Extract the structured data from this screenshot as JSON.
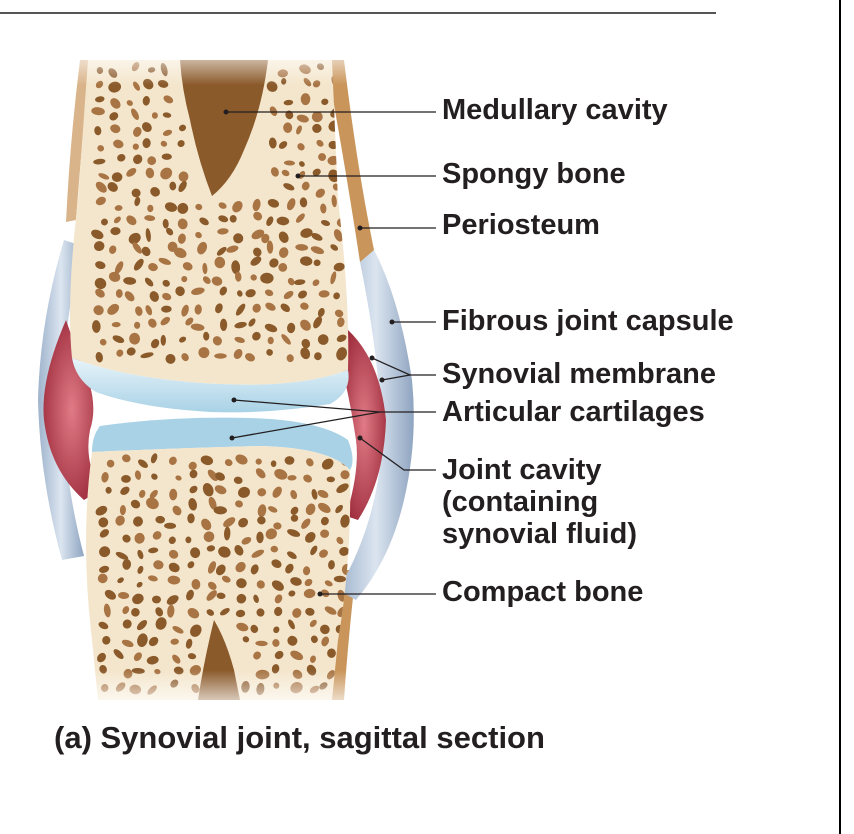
{
  "labels": {
    "medullary_cavity": "Medullary cavity",
    "spongy_bone": "Spongy bone",
    "periosteum": "Periosteum",
    "fibrous_joint_capsule": "Fibrous joint capsule",
    "synovial_membrane": "Synovial membrane",
    "articular_cartilages": "Articular cartilages",
    "joint_cavity_line1": "Joint cavity",
    "joint_cavity_line2": "(containing",
    "joint_cavity_line3": "synovial fluid)",
    "compact_bone": "Compact bone"
  },
  "caption": "(a) Synovial joint, sagittal section",
  "colors": {
    "bone": "#f4e6cc",
    "pore": "#8a5a2b",
    "medullary": "#8b5a2b",
    "periosteum": "#c9955a",
    "capsule": "#b9c8dc",
    "synovial_membrane": "#b23a48",
    "cartilage": "#cfe6f2",
    "label_text": "#231f20"
  }
}
